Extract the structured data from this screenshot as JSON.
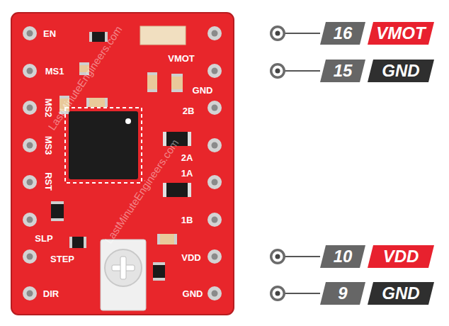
{
  "diagram": {
    "nodes": [
      {
        "text": [
          "16"
        ]
      },
      {
        "text": [
          "VMOT"
        ]
      },
      {
        "text": [
          "15"
        ]
      },
      {
        "text": [
          "GND"
        ]
      },
      {
        "text": [
          "10"
        ]
      },
      {
        "text": [
          "VDD"
        ]
      },
      {
        "text": [
          "9"
        ]
      },
      {
        "text": [
          "GND"
        ]
      }
    ],
    "labels": [
      "EN",
      "MS1",
      "MS2",
      "MS3",
      "RST",
      "SLP",
      "STEP",
      "DIR",
      "VMOT",
      "GND",
      "2B",
      "2A",
      "1A",
      "1B",
      "VDD",
      "GND",
      "LastMinuteEngineers.com",
      "LastMinuteEngineers.com"
    ]
  }
}
